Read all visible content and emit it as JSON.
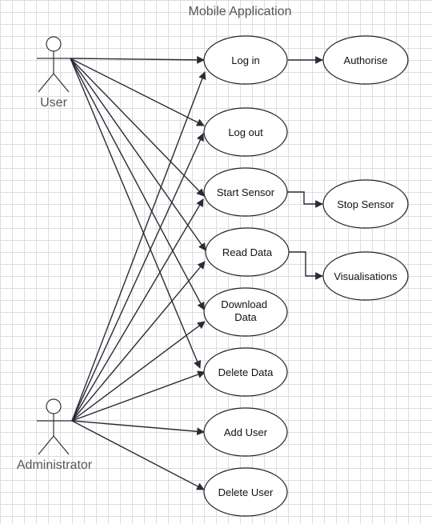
{
  "title": "Mobile Application",
  "actors": {
    "user": {
      "label": "User"
    },
    "administrator": {
      "label": "Administrator"
    }
  },
  "use_cases": {
    "login": {
      "label": "Log in"
    },
    "authorise": {
      "label": "Authorise"
    },
    "logout": {
      "label": "Log out"
    },
    "start_sensor": {
      "label": "Start Sensor"
    },
    "stop_sensor": {
      "label": "Stop Sensor"
    },
    "read_data": {
      "label": "Read Data"
    },
    "visualisations": {
      "label": "Visualisations"
    },
    "download_data": {
      "label_line1": "Download",
      "label_line2": "Data"
    },
    "delete_data": {
      "label": "Delete Data"
    },
    "add_user": {
      "label": "Add User"
    },
    "delete_user": {
      "label": "Delete User"
    }
  }
}
